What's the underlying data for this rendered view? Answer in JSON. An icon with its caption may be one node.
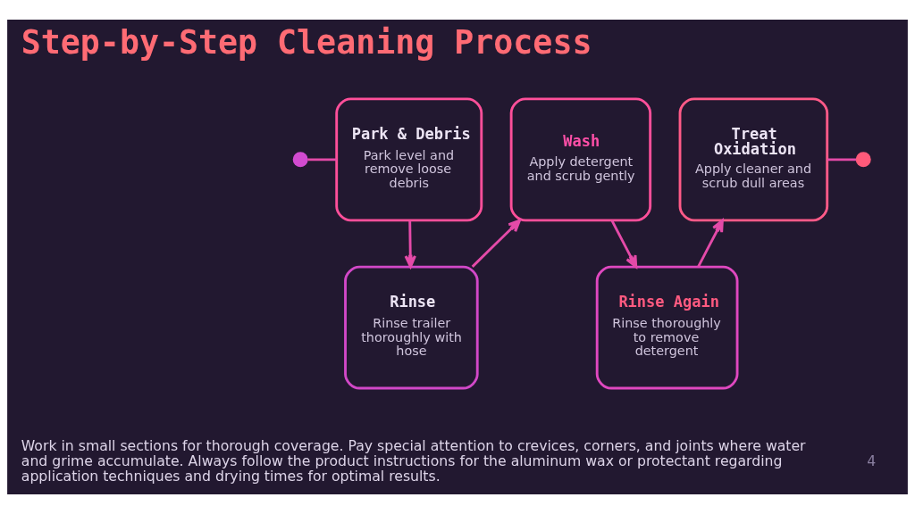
{
  "diagram": {
    "title": "Step-by-Step Cleaning Process",
    "nodes": [
      {
        "text": [],
        "shape": "circle"
      },
      {
        "text": [
          "Park & Debris",
          "Park level and remove loose debris"
        ]
      },
      {
        "text": [
          "Rinse",
          "Rinse trailer thoroughly with hose"
        ]
      },
      {
        "text": [
          "Wash",
          "Apply detergent and scrub gently"
        ]
      },
      {
        "text": [
          "Rinse Again",
          "Rinse thoroughly to remove detergent"
        ]
      },
      {
        "text": [
          "Treat Oxidation",
          "Apply cleaner and scrub dull areas"
        ]
      },
      {
        "text": [],
        "shape": "circle"
      }
    ],
    "edges": [
      {
        "from": 0,
        "to": 1,
        "arrow": "none"
      },
      {
        "from": 1,
        "to": 2,
        "arrow": "to"
      },
      {
        "from": 2,
        "to": 3,
        "arrow": "to"
      },
      {
        "from": 3,
        "to": 4,
        "arrow": "to"
      },
      {
        "from": 4,
        "to": 5,
        "arrow": "to"
      },
      {
        "from": 5,
        "to": 6,
        "arrow": "none"
      }
    ],
    "labels": [
      "Work in small sections for thorough coverage. Pay special attention to crevices, corners, and joints where water and grime accumulate. Always follow the product instructions for the aluminum wax or protectant regarding application techniques and drying times for optimal results.",
      "4"
    ]
  }
}
